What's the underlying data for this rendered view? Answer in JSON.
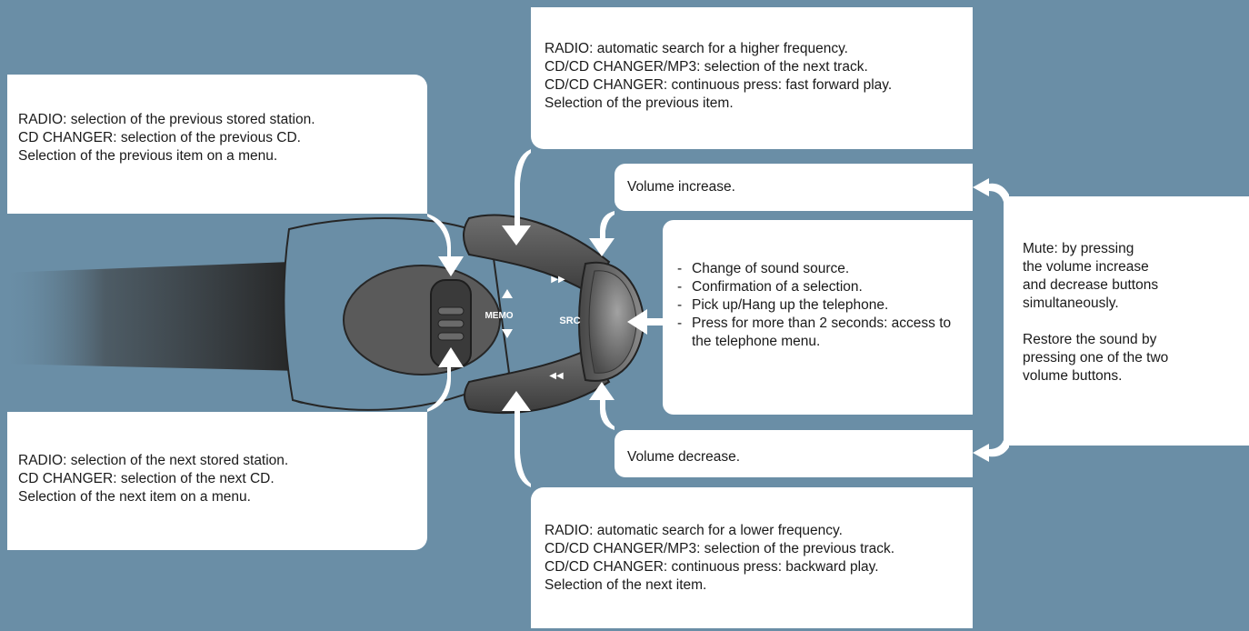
{
  "callouts": {
    "prev_station": {
      "lines": [
        "RADIO: selection of the previous stored station.",
        "CD CHANGER: selection of the previous CD.",
        "Selection of the previous item on a menu."
      ]
    },
    "next_station": {
      "lines": [
        "RADIO: selection of the next stored station.",
        "CD CHANGER: selection of the next CD.",
        "Selection of the next item on a menu."
      ]
    },
    "higher_freq": {
      "lines": [
        "RADIO: automatic search for a higher frequency.",
        "CD/CD CHANGER/MP3: selection of the next track.",
        "CD/CD CHANGER: continuous press: fast forward play.",
        "Selection of the previous item."
      ]
    },
    "lower_freq": {
      "lines": [
        "RADIO: automatic search for a lower frequency.",
        "CD/CD CHANGER/MP3: selection of the previous track.",
        "CD/CD CHANGER: continuous press: backward play.",
        "Selection of the next item."
      ]
    },
    "volume_up": {
      "text": "Volume increase."
    },
    "volume_down": {
      "text": "Volume decrease."
    },
    "src": {
      "items": [
        "Change of sound source.",
        "Confirmation of a selection.",
        "Pick up/Hang up the telephone.",
        "Press for more than 2 seconds: access to the telephone menu."
      ]
    },
    "mute": {
      "lines": [
        "Mute: by pressing",
        "the volume increase",
        "and decrease buttons",
        "simultaneously.",
        "",
        "Restore the sound by",
        "pressing one of the two",
        "volume buttons."
      ]
    }
  },
  "control": {
    "memo_label": "MEMO",
    "src_label": "SRC",
    "forward_glyph": "▶▶",
    "rewind_glyph": "◀◀"
  },
  "colors": {
    "background": "#6a8ea6",
    "box": "#ffffff",
    "stalk_dark": "#2f2f2f",
    "stalk_mid": "#5c5c5c"
  }
}
